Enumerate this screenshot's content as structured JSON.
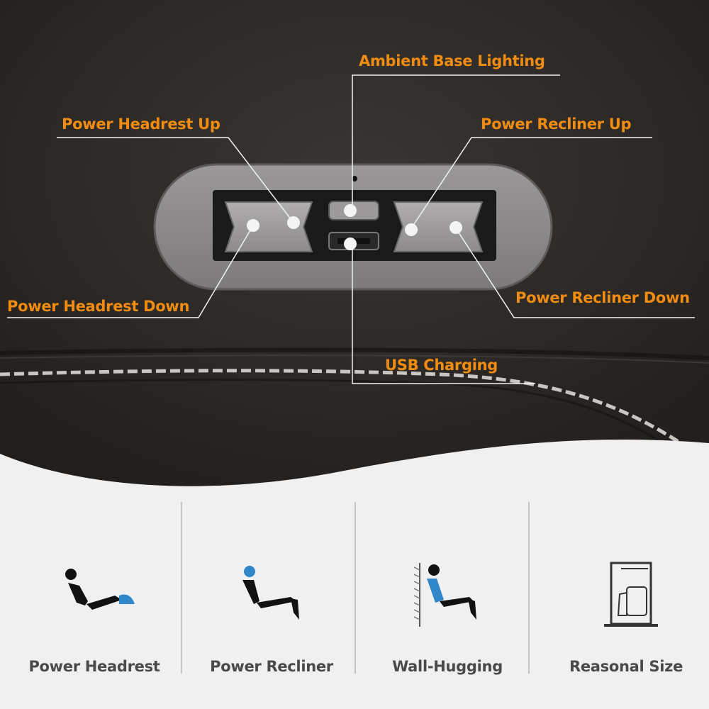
{
  "callouts": {
    "ambient_base_lighting": "Ambient Base Lighting",
    "power_headrest_up": "Power Headrest Up",
    "power_recliner_up": "Power Recliner Up",
    "power_headrest_down": "Power Headrest Down",
    "power_recliner_down": "Power Recliner Down",
    "usb_charging": "USB Charging"
  },
  "features": [
    {
      "label": "Power Headrest",
      "icon": "power-headrest-icon"
    },
    {
      "label": "Power Recliner",
      "icon": "power-recliner-icon"
    },
    {
      "label": "Wall-Hugging",
      "icon": "wall-hugging-icon"
    },
    {
      "label": "Reasonal Size",
      "icon": "reasonal-size-icon"
    }
  ],
  "colors": {
    "callout_text": "#f08c12",
    "leather": "#2a2725",
    "feature_text": "#4a4a4a",
    "icon_accent": "#2f86c8"
  }
}
